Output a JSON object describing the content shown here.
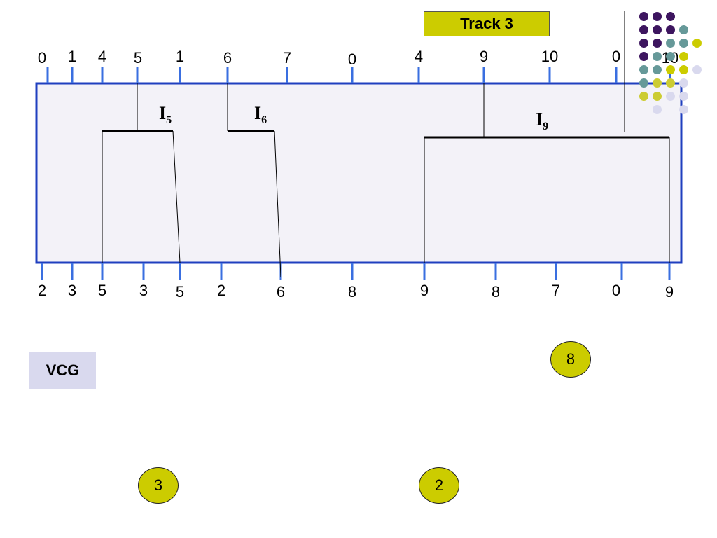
{
  "track_label": "Track 3",
  "vcg_label": "VCG",
  "top_pins": [
    "0",
    "1",
    "4",
    "5",
    "1",
    "6",
    "7",
    "0",
    "4",
    "9",
    "10",
    "0",
    "10"
  ],
  "bottom_pins": [
    "2",
    "3",
    "5",
    "3",
    "5",
    "2",
    "6",
    "8",
    "9",
    "8",
    "7",
    "0",
    "9"
  ],
  "nets": [
    {
      "letter": "I",
      "sub": "5"
    },
    {
      "letter": "I",
      "sub": "6"
    },
    {
      "letter": "I",
      "sub": "9"
    }
  ],
  "vcg_nodes": [
    "8",
    "3",
    "2"
  ],
  "colors": {
    "channel_border": "#1f3fbf",
    "channel_fill": "#f3f2f8",
    "pin": "#3a6fe0",
    "accent_yellow": "#cccc00",
    "dot_purple": "#3d155f",
    "dot_teal": "#669999",
    "dot_yellow": "#cccc33",
    "dot_lavender": "#d9d9ee"
  }
}
